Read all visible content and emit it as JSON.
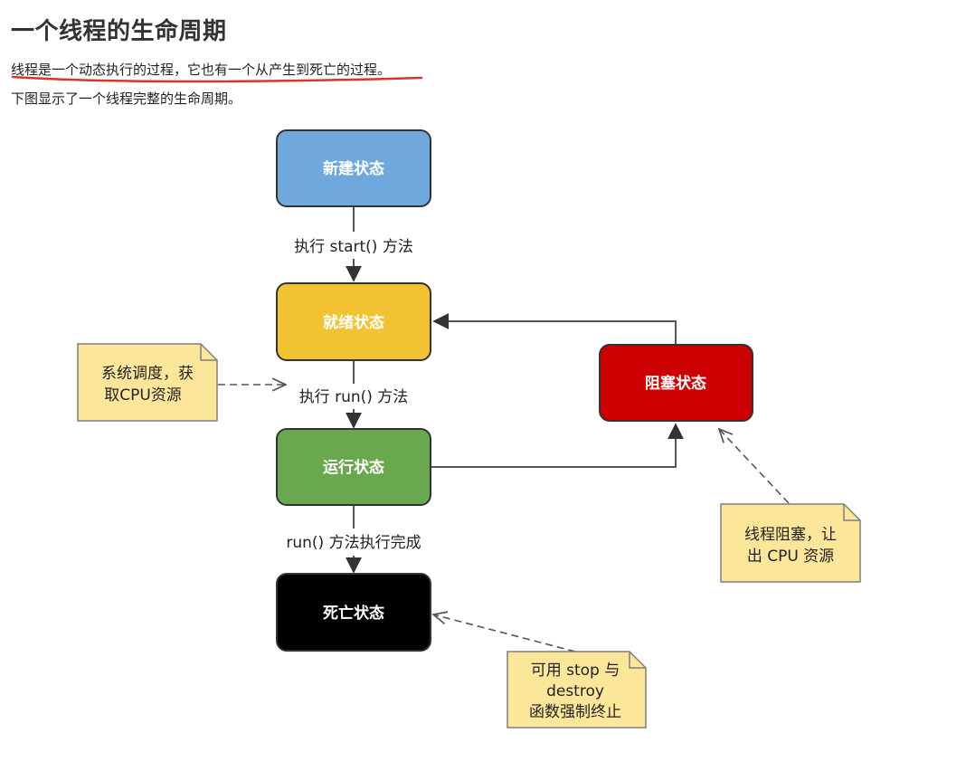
{
  "page": {
    "title": "一个线程的生命周期",
    "intro": "线程是一个动态执行的过程，它也有一个从产生到死亡的过程。",
    "subintro": "下图显示了一个线程完整的生命周期。"
  },
  "diagram": {
    "states": {
      "new": {
        "label": "新建状态",
        "color": "#6fa8dc"
      },
      "ready": {
        "label": "就绪状态",
        "color": "#f1c232"
      },
      "running": {
        "label": "运行状态",
        "color": "#6aa84f"
      },
      "dead": {
        "label": "死亡状态",
        "color": "#000000"
      },
      "blocked": {
        "label": "阻塞状态",
        "color": "#cc0000"
      }
    },
    "edges": {
      "start": "执行 start() 方法",
      "run": "执行 run() 方法",
      "finish": "run() 方法执行完成"
    },
    "notes": {
      "schedule": [
        "系统调度，获",
        "取CPU资源"
      ],
      "block": [
        "线程阻塞，让",
        "出 CPU 资源"
      ],
      "stop": [
        "可用 stop 与",
        "destroy",
        "函数强制终止"
      ]
    },
    "colors": {
      "note_fill": "#fce69a",
      "note_border": "#7f7f7f",
      "arrow": "#444444",
      "underline": "#e03131"
    }
  }
}
